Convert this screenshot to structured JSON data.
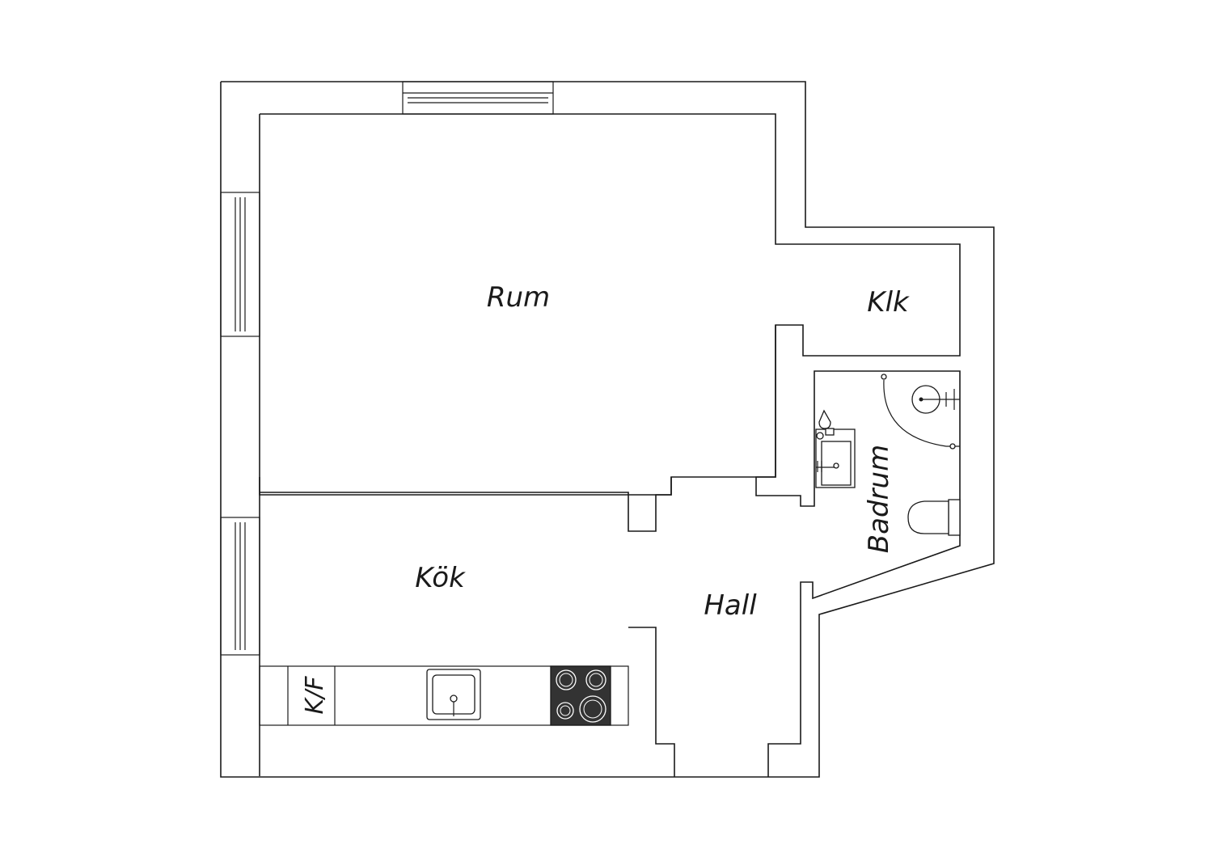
{
  "rooms": {
    "living": "Rum",
    "closet": "Klk",
    "kitchen": "Kök",
    "hall": "Hall",
    "bathroom": "Badrum",
    "fridge_freezer": "K/F"
  },
  "colors": {
    "line": "#1a1a1a",
    "background": "#ffffff",
    "stove": "#333333"
  }
}
